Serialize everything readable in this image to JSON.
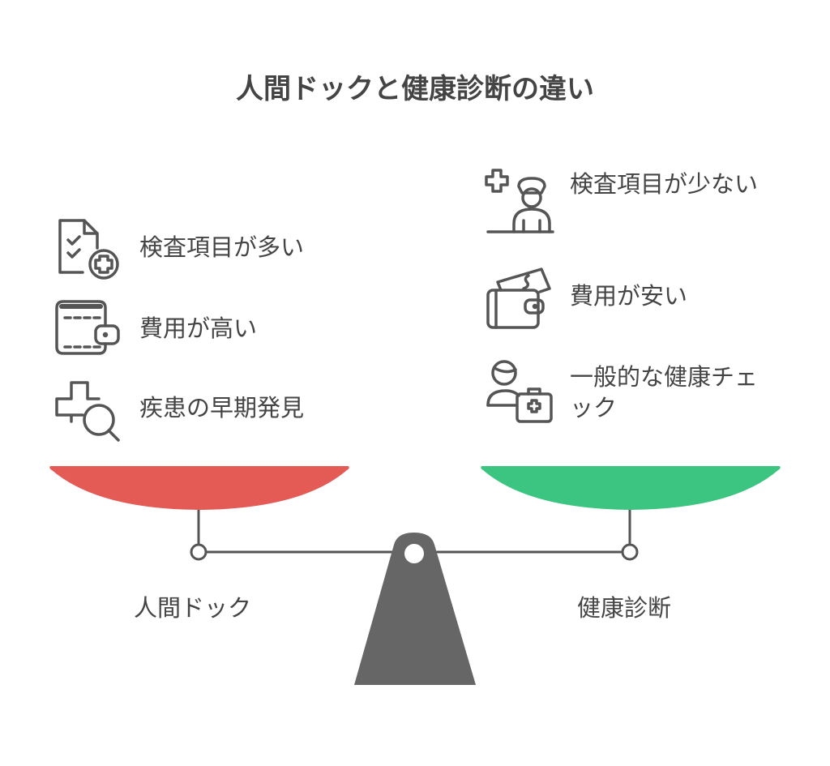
{
  "title": "人間ドックと健康診断の違い",
  "left": {
    "label": "人間ドック",
    "color": "#E45A55",
    "items": [
      {
        "icon": "checklist-document-plus-icon",
        "text": "検査項目が多い"
      },
      {
        "icon": "wallet-icon",
        "text": "費用が高い"
      },
      {
        "icon": "medical-cross-search-icon",
        "text": "疾患の早期発見"
      }
    ]
  },
  "right": {
    "label": "健康診断",
    "color": "#3CC481",
    "items": [
      {
        "icon": "nurse-icon",
        "text": "検査項目が少ない"
      },
      {
        "icon": "wallet-money-icon",
        "text": "費用が安い"
      },
      {
        "icon": "person-medical-kit-icon",
        "text": "一般的な健康チェック"
      }
    ]
  }
}
